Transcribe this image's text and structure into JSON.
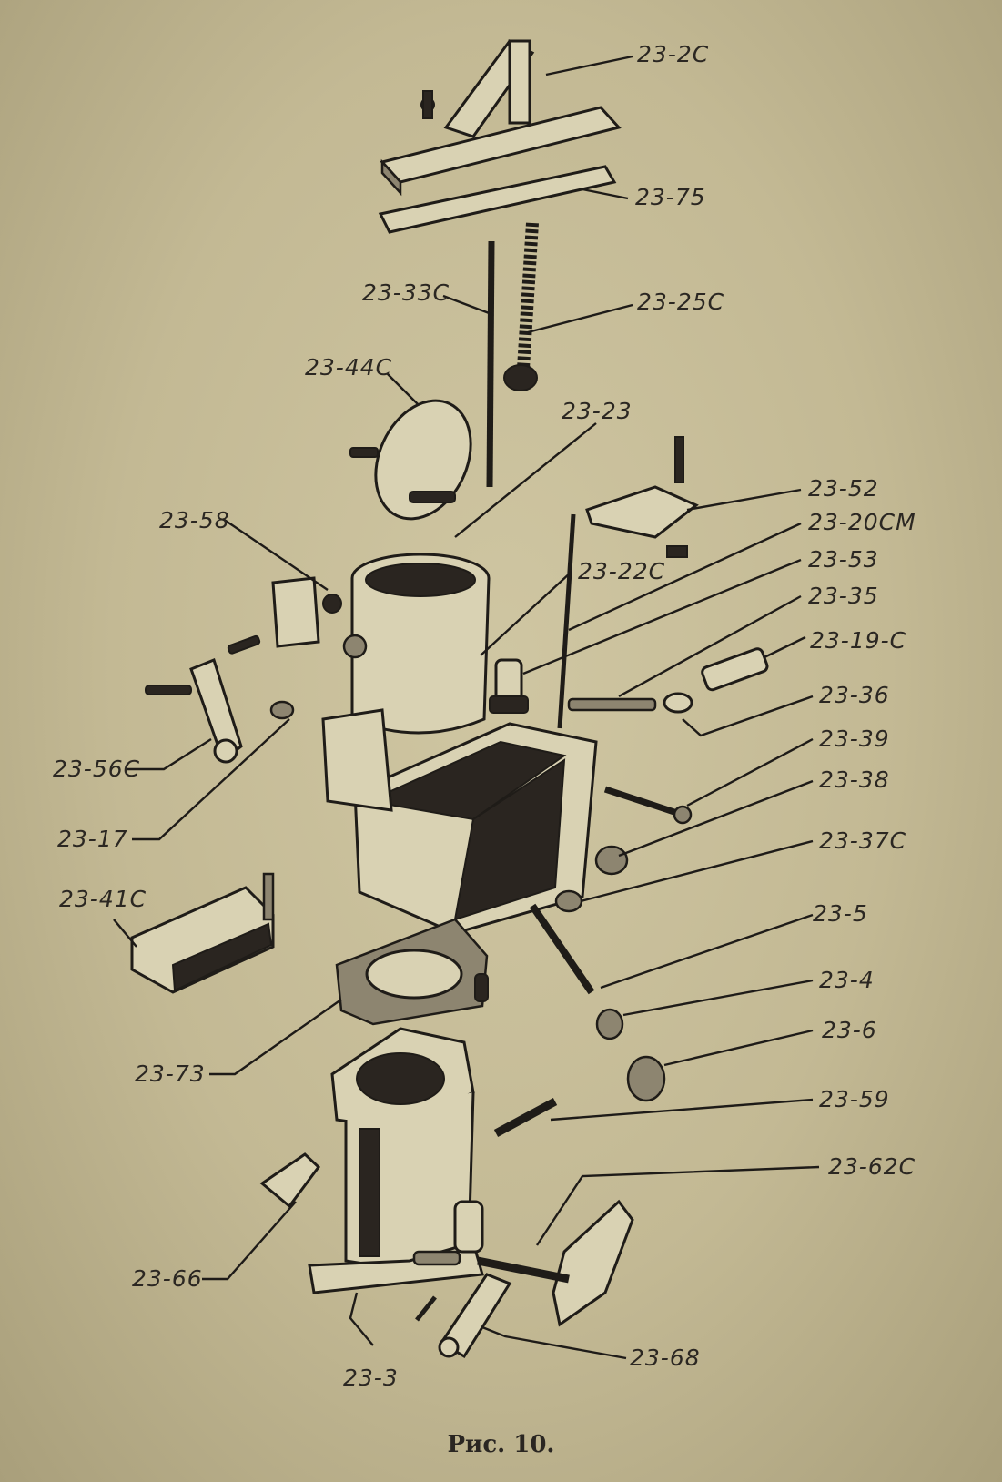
{
  "caption": "Рис. 10.",
  "labels": {
    "p_2c": "23-2C",
    "p_75": "23-75",
    "p_33c": "23-33C",
    "p_25c": "23-25C",
    "p_44c": "23-44C",
    "p_23": "23-23",
    "p_52": "23-52",
    "p_58": "23-58",
    "p_20cm": "23-20CM",
    "p_22c": "23-22C",
    "p_53": "23-53",
    "p_35": "23-35",
    "p_19c": "23-19-C",
    "p_36": "23-36",
    "p_39": "23-39",
    "p_56c": "23-56C",
    "p_38": "23-38",
    "p_17": "23-17",
    "p_37c": "23-37C",
    "p_41c": "23-41C",
    "p_5": "23-5",
    "p_4": "23-4",
    "p_6": "23-6",
    "p_73": "23-73",
    "p_59": "23-59",
    "p_62c": "23-62C",
    "p_66": "23-66",
    "p_68": "23-68",
    "p_3": "23-3"
  }
}
